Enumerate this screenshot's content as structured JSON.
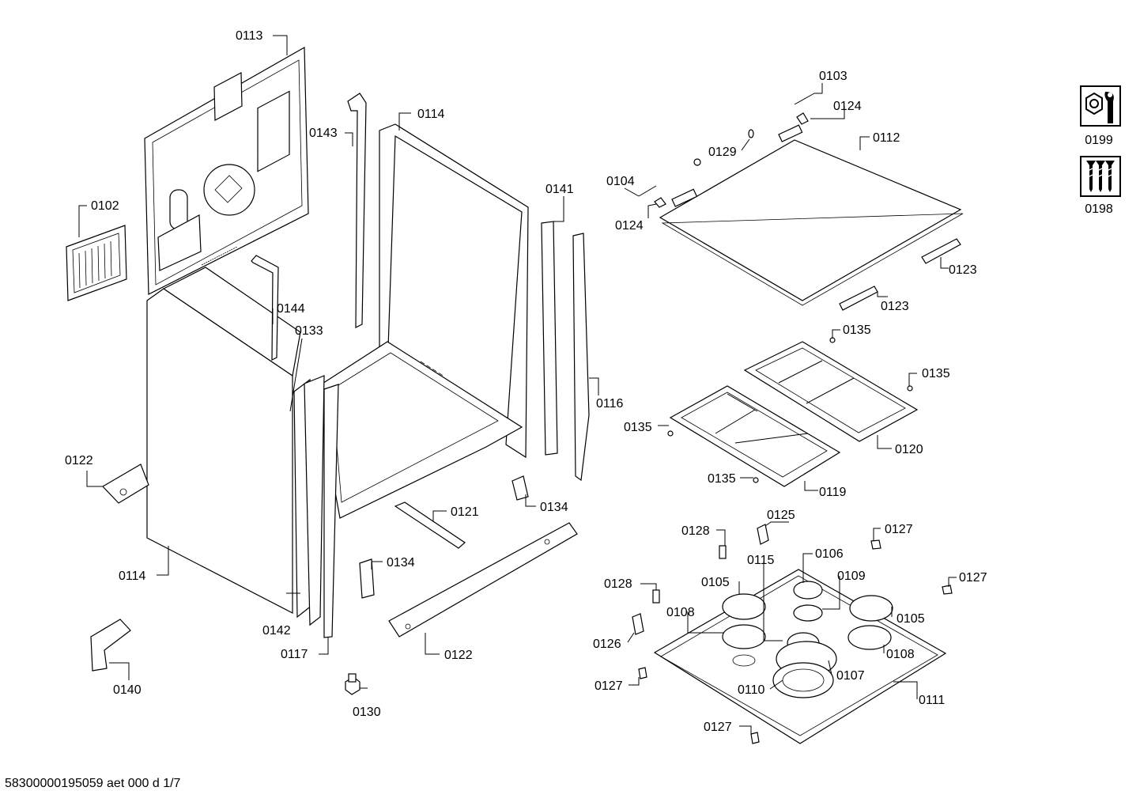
{
  "footer": {
    "doc_id": "58300000195059 aet 000 d 1/7"
  },
  "tool_icons": [
    {
      "icon": "wrench-nut-icon",
      "code": "0199"
    },
    {
      "icon": "screws-icon",
      "code": "0198"
    }
  ],
  "part_labels": {
    "p0113": "0113",
    "p0102": "0102",
    "p0143": "0143",
    "p0114a": "0114",
    "p0141": "0141",
    "p0144": "0144",
    "p0133": "0133",
    "p0116": "0116",
    "p0122a": "0122",
    "p0121": "0121",
    "p0134a": "0134",
    "p0114b": "0114",
    "p0134b": "0134",
    "p0142": "0142",
    "p0117": "0117",
    "p0122b": "0122",
    "p0140": "0140",
    "p0130": "0130",
    "p0103": "0103",
    "p0124a": "0124",
    "p0112": "0112",
    "p0129": "0129",
    "p0104": "0104",
    "p0124b": "0124",
    "p0123a": "0123",
    "p0123b": "0123",
    "p0135a": "0135",
    "p0135b": "0135",
    "p0135c": "0135",
    "p0120": "0120",
    "p0135d": "0135",
    "p0119": "0119",
    "p0128a": "0128",
    "p0125": "0125",
    "p0127a": "0127",
    "p0115": "0115",
    "p0106": "0106",
    "p0128b": "0128",
    "p0105a": "0105",
    "p0109": "0109",
    "p0127b": "0127",
    "p0108a": "0108",
    "p0105b": "0105",
    "p0126": "0126",
    "p0108b": "0108",
    "p0107": "0107",
    "p0127c": "0127",
    "p0110": "0110",
    "p0111": "0111",
    "p0127d": "0127"
  }
}
